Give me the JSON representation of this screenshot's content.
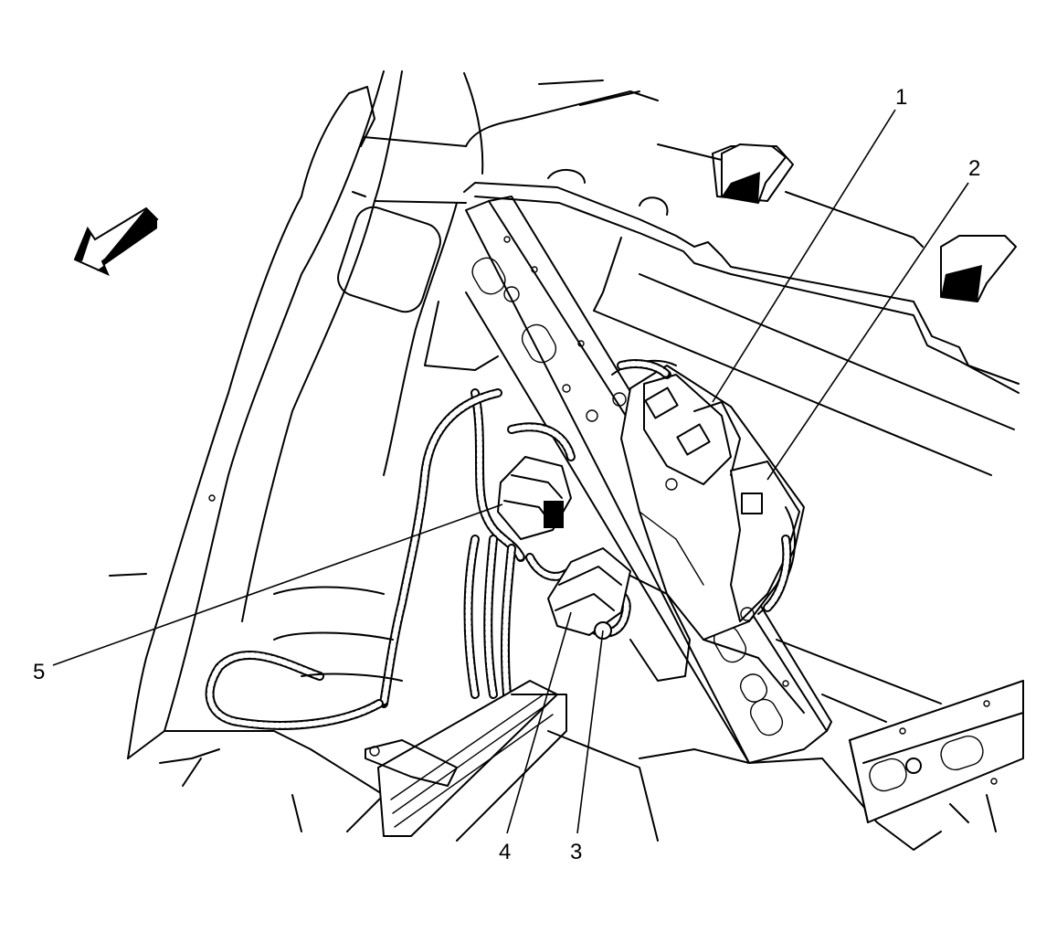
{
  "callouts": [
    {
      "id": "1",
      "label": "1"
    },
    {
      "id": "2",
      "label": "2"
    },
    {
      "id": "3",
      "label": "3"
    },
    {
      "id": "4",
      "label": "4"
    },
    {
      "id": "5",
      "label": "5"
    }
  ],
  "icons": {
    "direction_arrow": "forward-arrow-icon"
  }
}
